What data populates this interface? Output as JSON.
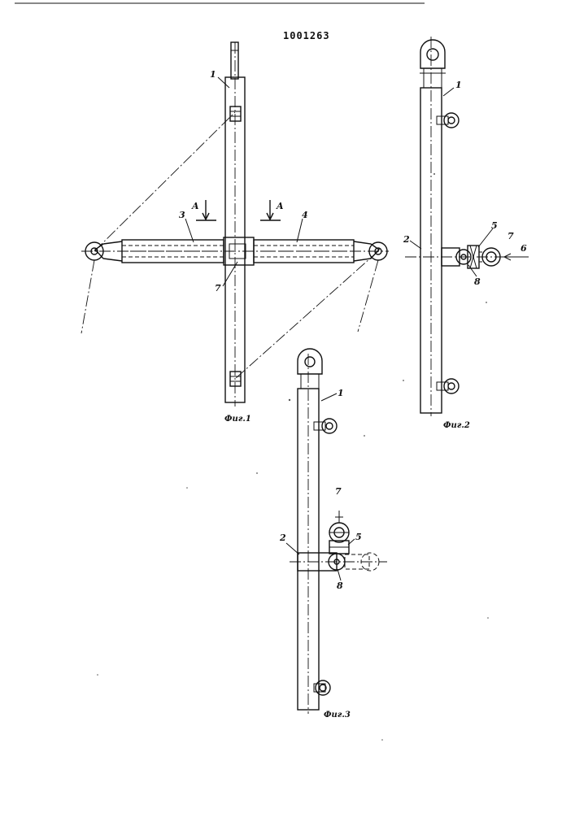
{
  "document": {
    "patent_number": "1001263"
  },
  "figures": [
    {
      "caption": "Фиг.1"
    },
    {
      "caption": "Фиг.2"
    },
    {
      "caption": "Фиг.3"
    }
  ],
  "labels": {
    "fig1": [
      "1",
      "3",
      "4",
      "7",
      "A",
      "A"
    ],
    "fig2": [
      "1",
      "2",
      "5",
      "7",
      "6",
      "8"
    ],
    "fig3": [
      "1",
      "2",
      "7",
      "5",
      "8"
    ]
  }
}
